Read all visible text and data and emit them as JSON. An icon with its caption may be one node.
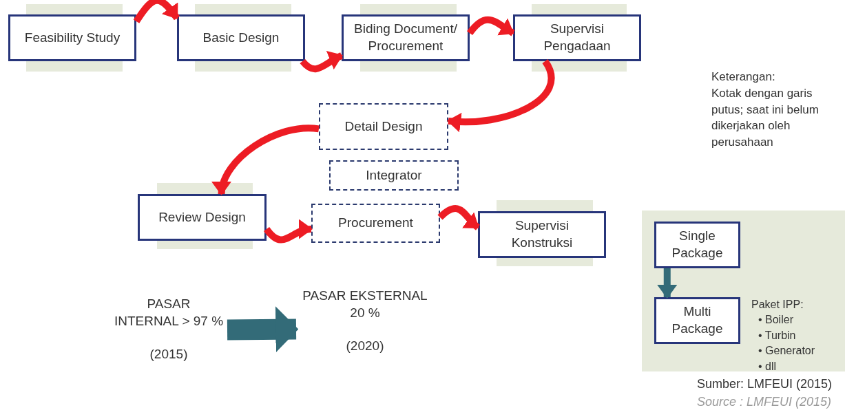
{
  "diagram": {
    "nodes": [
      {
        "text": [
          "Feasibility Study"
        ]
      },
      {
        "text": [
          "Basic Design"
        ]
      },
      {
        "text": [
          "Biding Document/ Procurement"
        ]
      },
      {
        "text": [
          "Supervisi Pengadaan"
        ]
      },
      {
        "text": [
          "Detail Design"
        ]
      },
      {
        "text": [
          "Integrator"
        ]
      },
      {
        "text": [
          "Review Design"
        ]
      },
      {
        "text": [
          "Procurement"
        ]
      },
      {
        "text": [
          "Supervisi Konstruksi"
        ]
      },
      {
        "text": [
          "PASAR INTERNAL > 97 %",
          "(2015)"
        ]
      },
      {
        "text": [
          "PASAR EKSTERNAL 20 %",
          "(2020)"
        ]
      },
      {
        "text": [],
        "shape": "box"
      },
      {
        "text": [
          "Single Package"
        ],
        "in": 11
      },
      {
        "text": [
          "Multi Package"
        ],
        "in": 11,
        "beside": [
          "Paket IPP:",
          "• Boiler",
          "• Turbin",
          "• Generator",
          "• dll"
        ]
      }
    ],
    "edges": [
      {
        "from": 0,
        "to": 1,
        "arrow": "to"
      },
      {
        "from": 1,
        "to": 2,
        "arrow": "to"
      },
      {
        "from": 2,
        "to": 3,
        "arrow": "to"
      },
      {
        "from": 3,
        "to": 4,
        "arrow": "to"
      },
      {
        "from": 4,
        "to": 6,
        "arrow": "to"
      },
      {
        "from": 6,
        "to": 7,
        "arrow": "to"
      },
      {
        "from": 7,
        "to": 8,
        "arrow": "to"
      },
      {
        "from": 9,
        "to": 10,
        "arrow": "to",
        "style": "thick",
        "color": "#336b78"
      },
      {
        "from": 12,
        "to": 13,
        "arrow": "to",
        "color": "#336b78"
      }
    ],
    "labels": [
      "Keterangan:",
      "Kotak dengan garis putus; saat ini belum dikerjakan oleh perusahaan",
      "Sumber: LMFEUI (2015)",
      "Source : LMFEUI (2015)"
    ]
  }
}
